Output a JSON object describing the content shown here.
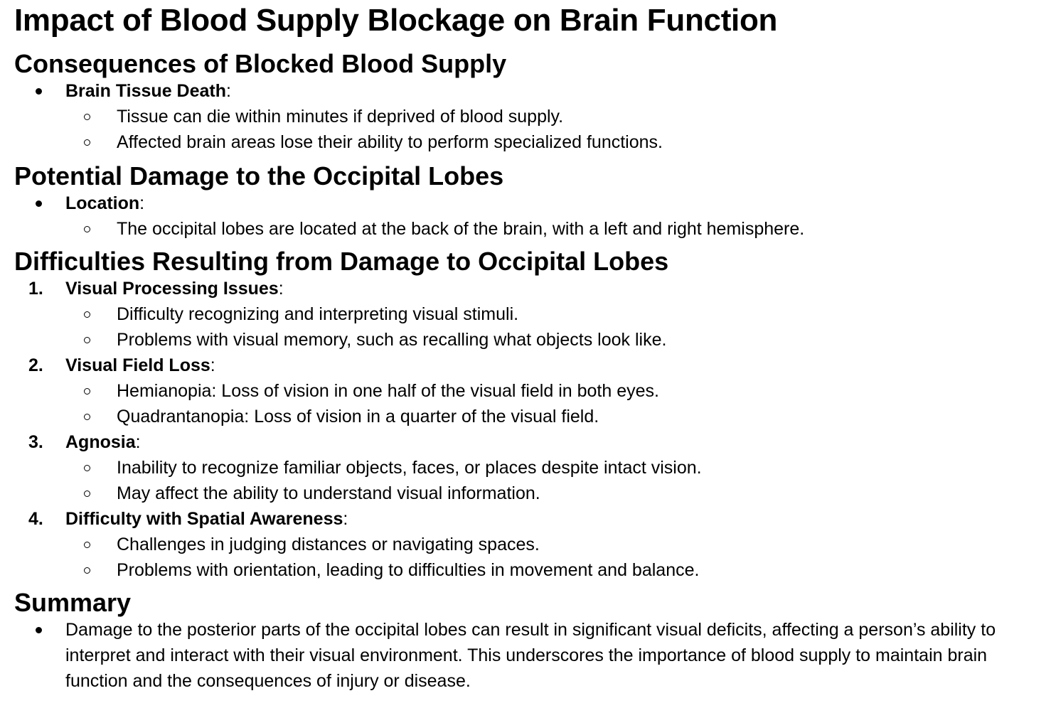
{
  "title": "Impact of Blood Supply Blockage on Brain Function",
  "sections": [
    {
      "heading": "Consequences of Blocked Blood Supply",
      "items": [
        {
          "term": "Brain Tissue Death",
          "suffix": ":",
          "subitems": [
            "Tissue can die within minutes if deprived of blood supply.",
            "Affected brain areas lose their ability to perform specialized functions."
          ]
        }
      ]
    },
    {
      "heading": "Potential Damage to the Occipital Lobes",
      "items": [
        {
          "term": "Location",
          "suffix": ":",
          "subitems": [
            "The occipital lobes are located at the back of the brain, with a left and right hemisphere."
          ]
        }
      ]
    },
    {
      "heading": "Difficulties Resulting from Damage to Occipital Lobes",
      "items": [
        {
          "number": "1.",
          "term": "Visual Processing Issues",
          "suffix": ":",
          "subitems": [
            "Difficulty recognizing and interpreting visual stimuli.",
            "Problems with visual memory, such as recalling what objects look like."
          ]
        },
        {
          "number": "2.",
          "term": "Visual Field Loss",
          "suffix": ":",
          "subitems": [
            "Hemianopia: Loss of vision in one half of the visual field in both eyes.",
            "Quadrantanopia: Loss of vision in a quarter of the visual field."
          ]
        },
        {
          "number": "3.",
          "term": "Agnosia",
          "suffix": ":",
          "subitems": [
            "Inability to recognize familiar objects, faces, or places despite intact vision.",
            "May affect the ability to understand visual information."
          ]
        },
        {
          "number": "4.",
          "term": "Difficulty with Spatial Awareness",
          "suffix": ":",
          "subitems": [
            "Challenges in judging distances or navigating spaces.",
            "Problems with orientation, leading to difficulties in movement and balance."
          ]
        }
      ]
    },
    {
      "heading": "Summary",
      "items": [
        {
          "text": "Damage to the posterior parts of the occipital lobes can result in significant visual deficits, affecting a person’s ability to interpret and interact with their visual environment. This underscores the importance of blood supply to maintain brain function and the consequences of injury or disease."
        }
      ]
    }
  ]
}
